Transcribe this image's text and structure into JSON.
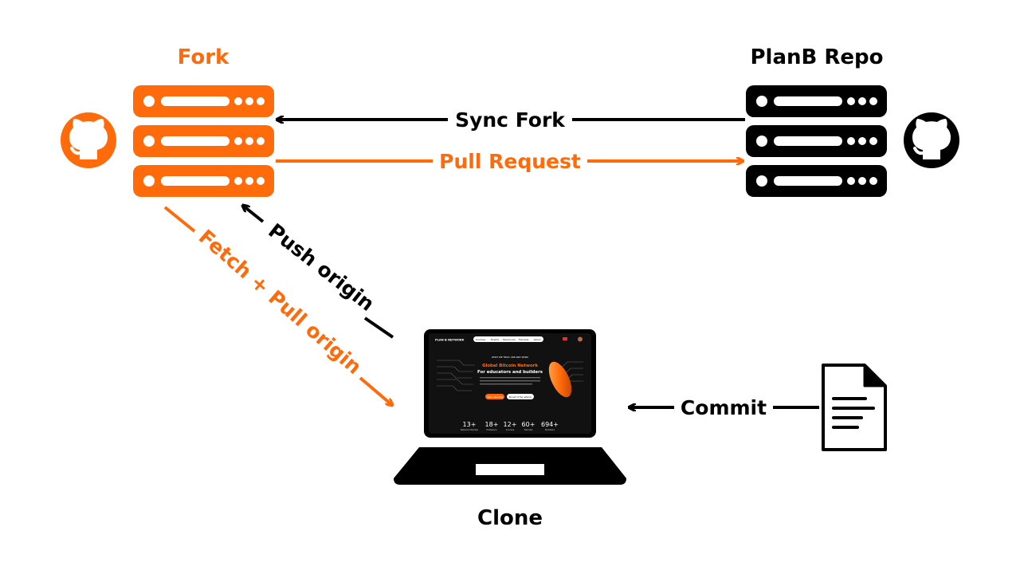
{
  "colors": {
    "accent": "#ff6b0a",
    "ink": "#000000",
    "screen_bg": "#111111",
    "paper": "#ffffff"
  },
  "nodes": {
    "fork": {
      "label": "Fork",
      "icon": "github-icon"
    },
    "planb": {
      "label": "PlanB Repo",
      "icon": "github-icon"
    },
    "clone": {
      "label": "Clone",
      "icon": "laptop-icon"
    },
    "file": {
      "icon": "document-icon"
    }
  },
  "edges": {
    "sync_fork": {
      "label": "Sync Fork"
    },
    "pull_request": {
      "label": "Pull Request"
    },
    "push_origin": {
      "label": "Push origin"
    },
    "fetch_pull_origin": {
      "label": "Fetch + Pull origin"
    },
    "commit": {
      "label": "Commit"
    }
  },
  "website": {
    "logo": "PLAN B NETWORK",
    "nav": [
      "Courses",
      "Events",
      "Resources",
      "Tutorials",
      "About"
    ],
    "kicker": "WHAT WE TRULY ARE AND WORK",
    "headline": "Global Bitcoin Network",
    "subheadline": "For educators and builders",
    "cta_primary": "Start Learning",
    "cta_secondary": "Be part of the network",
    "stats": [
      {
        "value": "13+",
        "label": "Network Member"
      },
      {
        "value": "18+",
        "label": "Professors"
      },
      {
        "value": "12+",
        "label": "Courses"
      },
      {
        "value": "60+",
        "label": "Tutorials"
      },
      {
        "value": "694+",
        "label": "Members"
      }
    ]
  }
}
